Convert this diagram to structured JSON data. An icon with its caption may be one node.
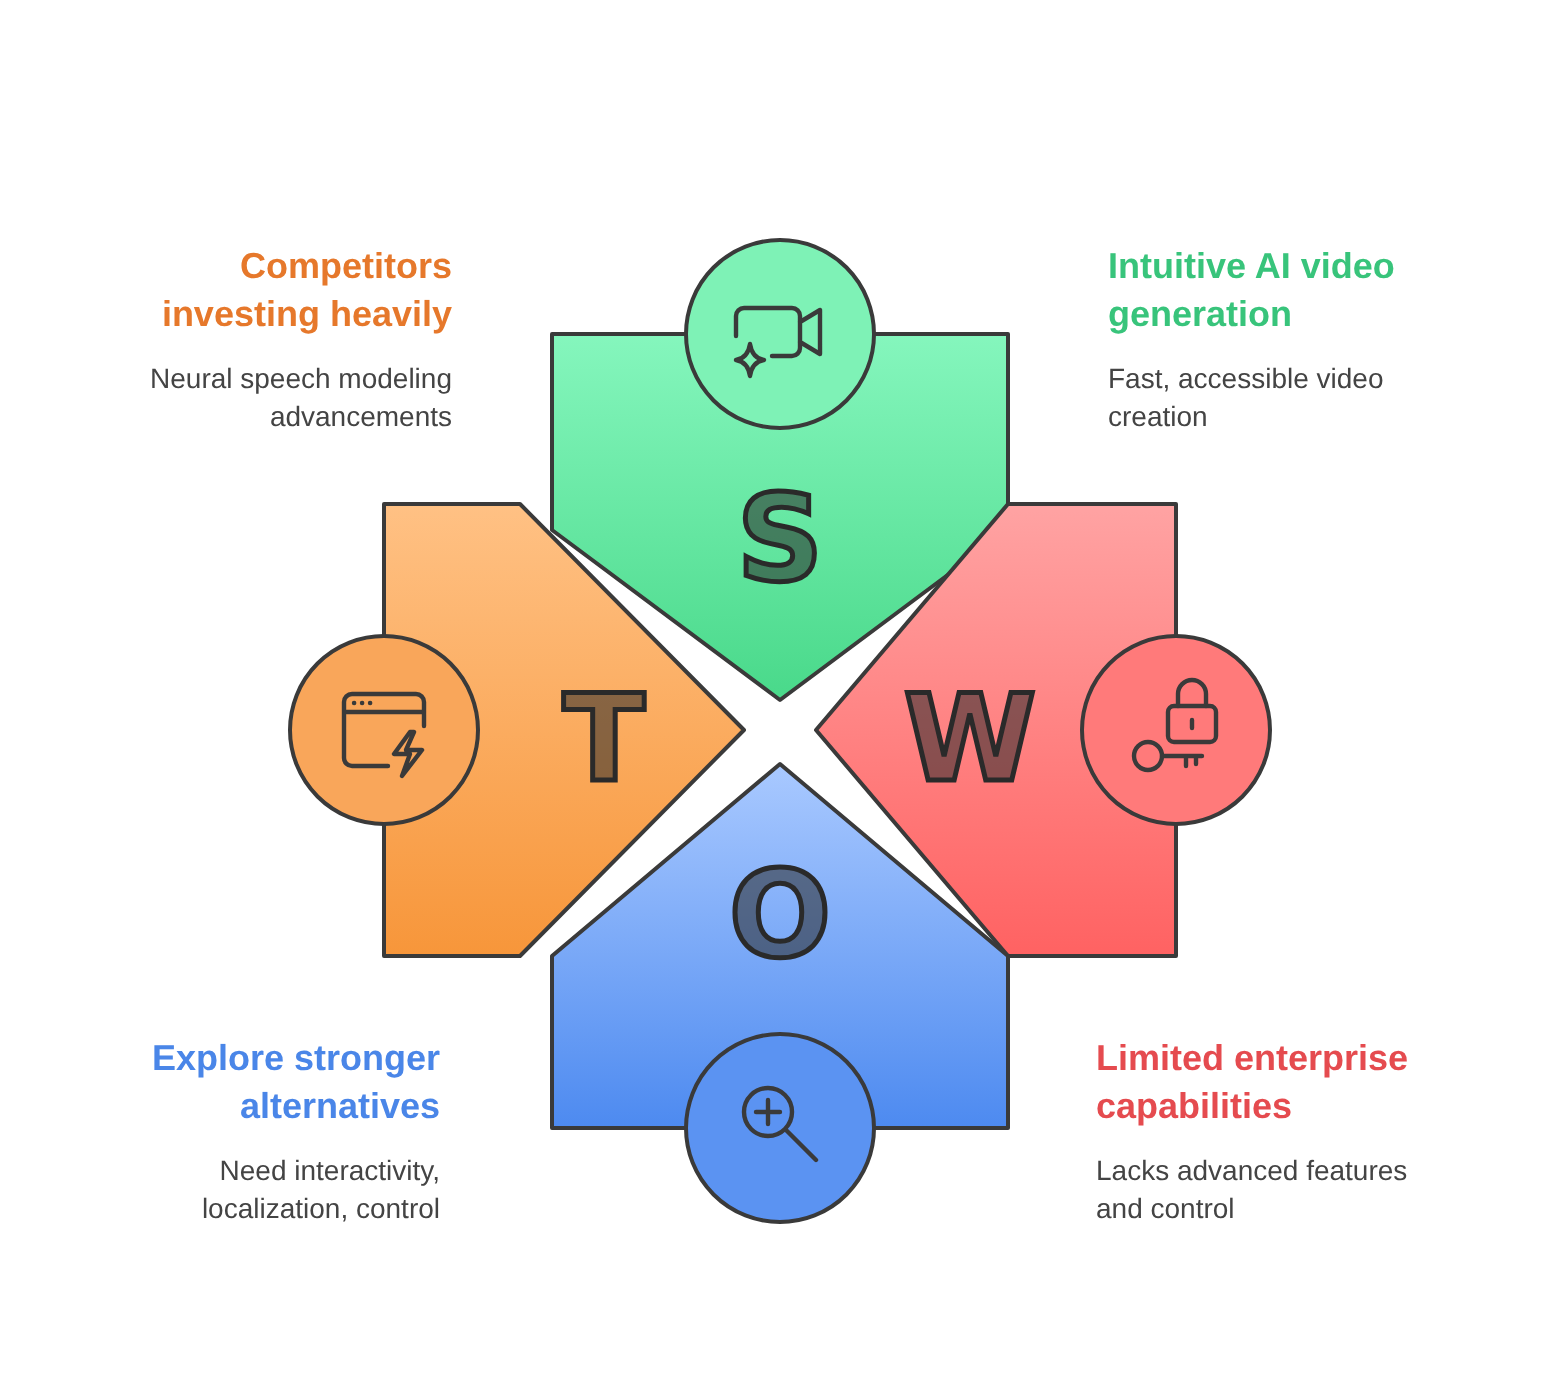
{
  "diagram": {
    "nodes": [
      {
        "text": [
          "S"
        ]
      },
      {
        "text": [
          "W"
        ]
      },
      {
        "text": [
          "O"
        ]
      },
      {
        "text": [
          "T"
        ]
      }
    ],
    "labels": [
      "Competitors investing heavily",
      "Intuitive AI video generation",
      "Neural speech modeling advancements",
      "Fast, accessible video creation",
      "Explore stronger alternatives",
      "Limited enterprise capabilities",
      "Need interactivity, localization, control",
      "Lacks advanced features and control"
    ]
  }
}
